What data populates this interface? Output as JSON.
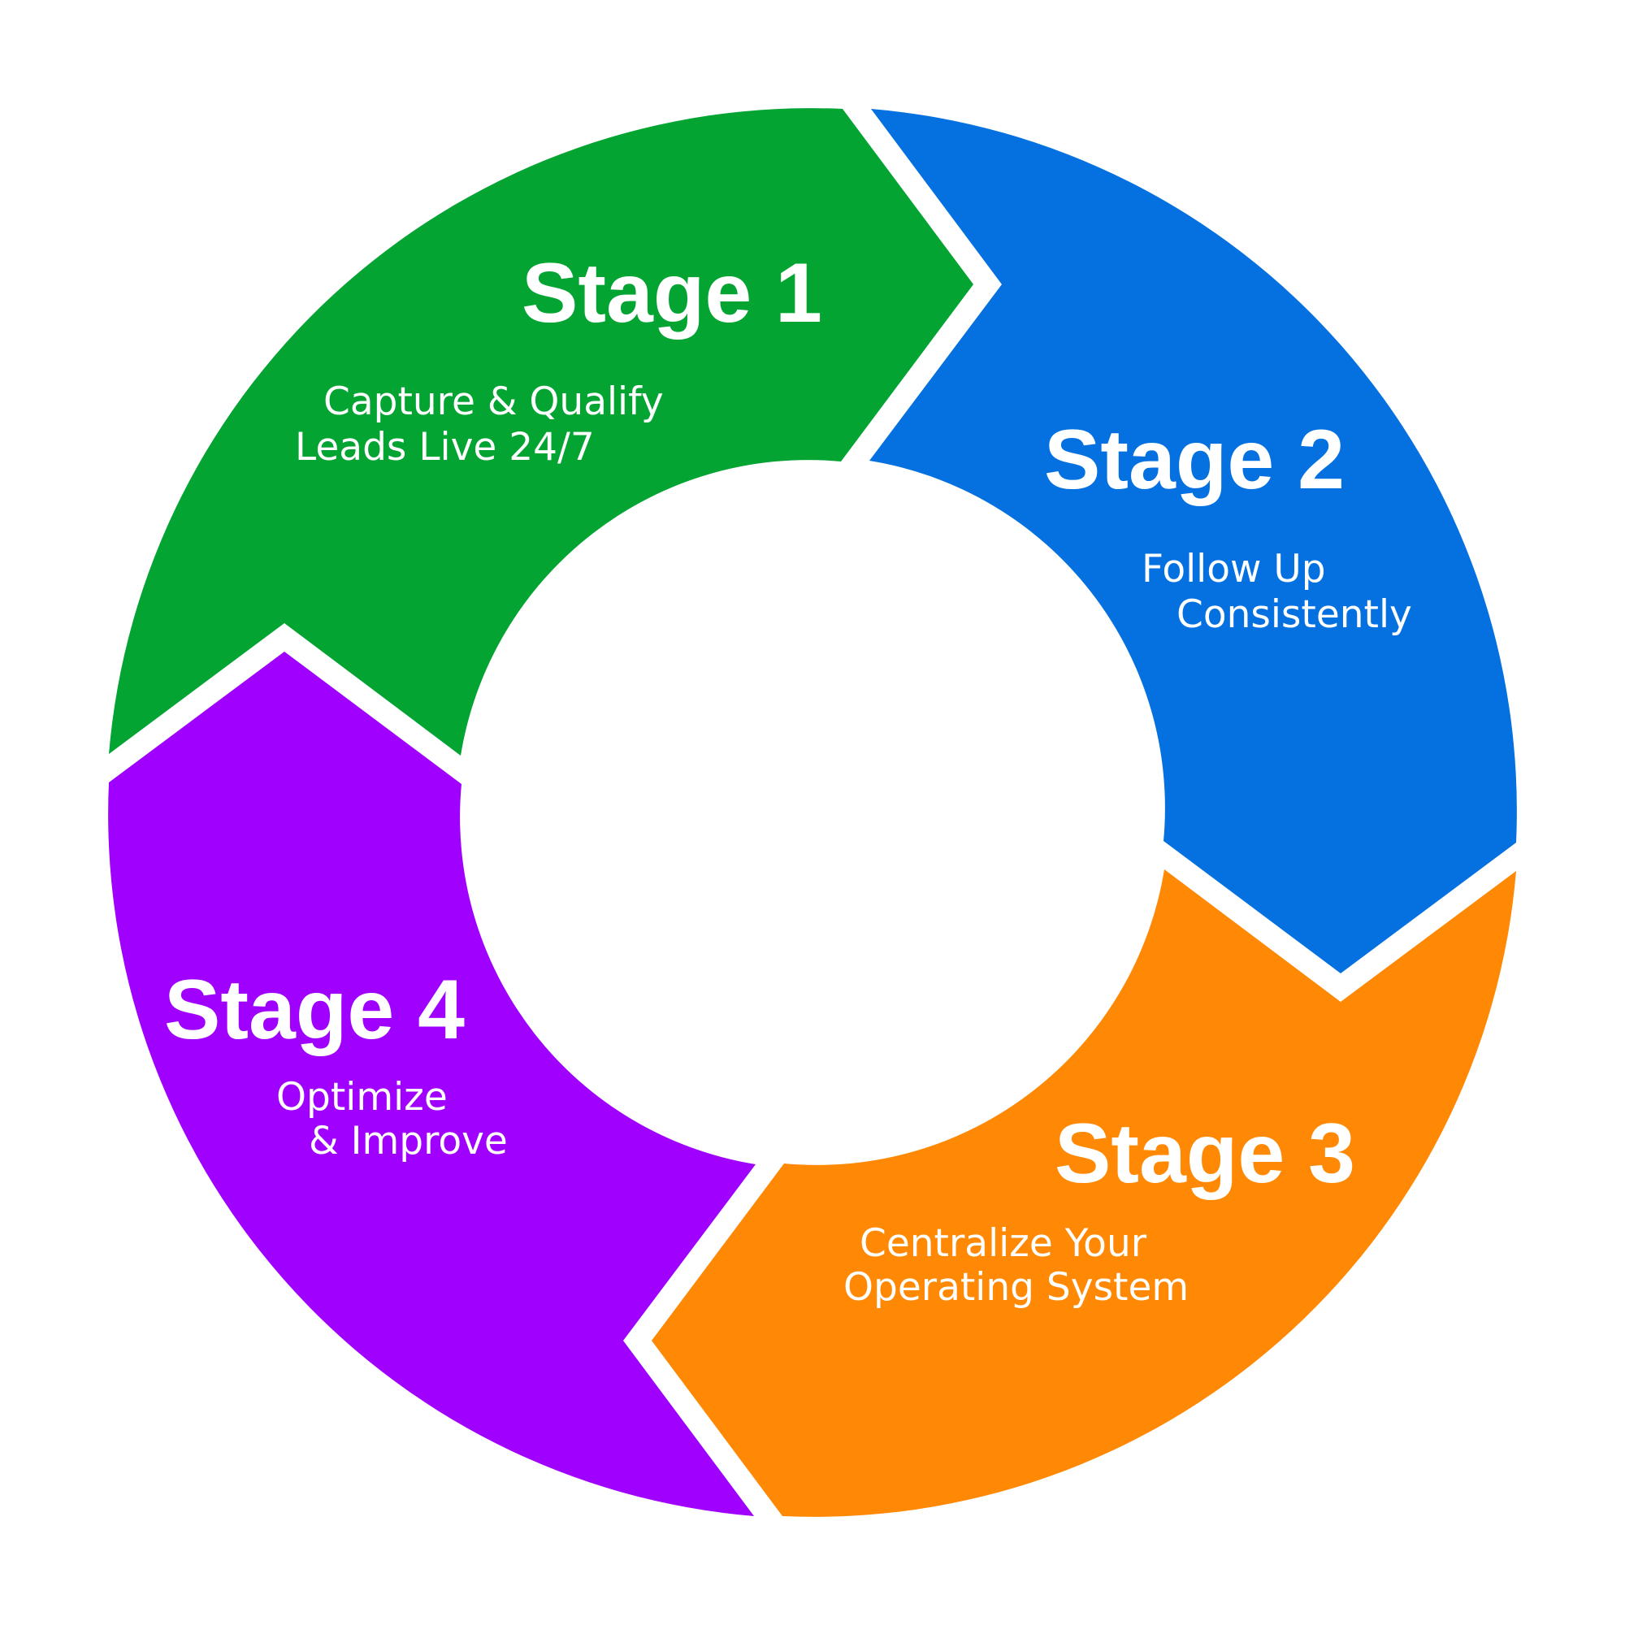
{
  "diagram": {
    "type": "cycle",
    "direction": "clockwise",
    "stages": [
      {
        "id": "stage-1",
        "title": "Stage 1",
        "lines": [
          "Capture & Qualify",
          "Leads Live 24/7"
        ],
        "color": "#03A432"
      },
      {
        "id": "stage-2",
        "title": "Stage 2",
        "lines": [
          "Follow Up",
          "Consistently"
        ],
        "color": "#0571E1"
      },
      {
        "id": "stage-3",
        "title": "Stage 3",
        "lines": [
          "Centralize Your",
          "Operating System"
        ],
        "color": "#FF8804"
      },
      {
        "id": "stage-4",
        "title": "Stage 4",
        "lines": [
          "Optimize",
          "& Improve"
        ],
        "color": "#A000FE"
      }
    ]
  }
}
